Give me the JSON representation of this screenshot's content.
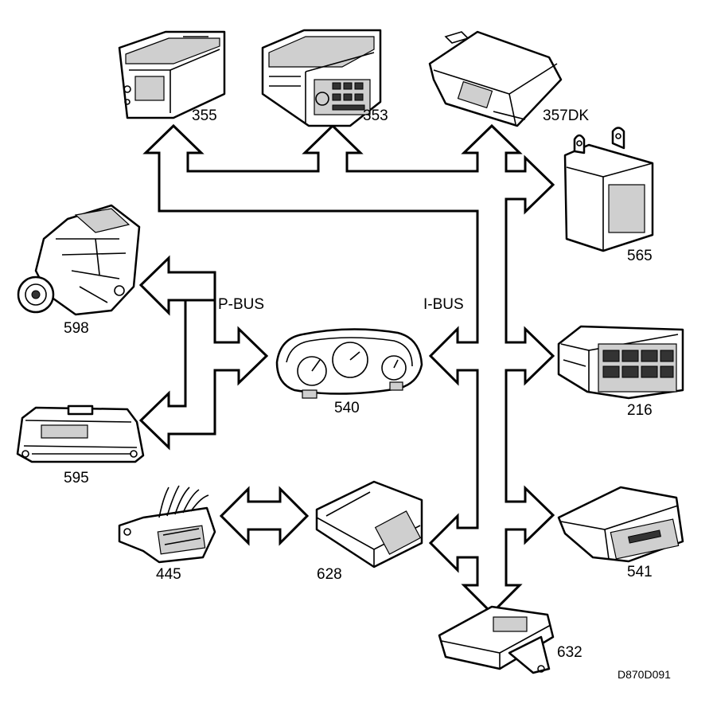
{
  "buses": {
    "p_bus": "P-BUS",
    "i_bus": "I-BUS"
  },
  "components": {
    "c355": "355",
    "c353": "353",
    "c357dk": "357DK",
    "c565": "565",
    "c598": "598",
    "c540": "540",
    "c216": "216",
    "c595": "595",
    "c445": "445",
    "c628": "628",
    "c541": "541",
    "c632": "632"
  },
  "drawing_ref": "D870D091"
}
